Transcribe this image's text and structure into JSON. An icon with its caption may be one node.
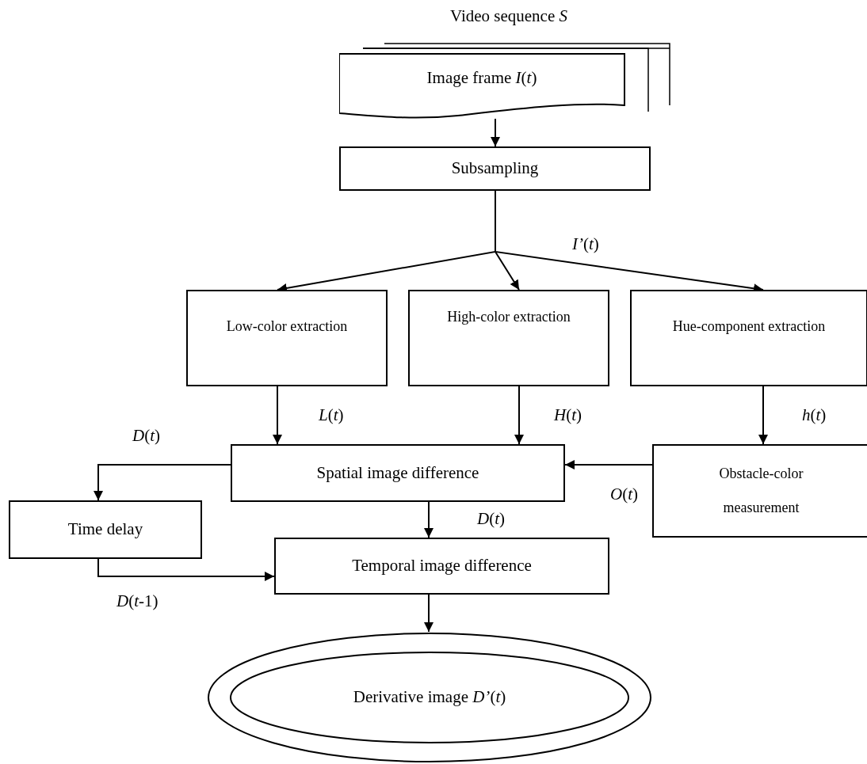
{
  "diagram": {
    "nodes": [
      {
        "text": [
          "Video sequence *S*",
          "Image frame *I*(*t*)"
        ]
      },
      {
        "text": [
          "Subsampling"
        ]
      },
      {
        "text": [
          "Low-color extraction"
        ]
      },
      {
        "text": [
          "High-color extraction"
        ]
      },
      {
        "text": [
          "Hue-component extraction"
        ]
      },
      {
        "text": [
          "Spatial image difference"
        ]
      },
      {
        "text": [
          "Obstacle-color measurement"
        ]
      },
      {
        "text": [
          "Time delay"
        ]
      },
      {
        "text": [
          "Temporal image difference"
        ]
      },
      {
        "text": [
          "Derivative image *D’*(*t*)"
        ]
      }
    ],
    "edges": [
      {
        "from": 0,
        "to": 1,
        "arrow": "to"
      },
      {
        "from": 1,
        "to": 2,
        "arrow": "to"
      },
      {
        "from": 1,
        "to": 3,
        "arrow": "to"
      },
      {
        "from": 1,
        "to": 4,
        "arrow": "to",
        "label": "*I’*(*t*)"
      },
      {
        "from": 2,
        "to": 5,
        "arrow": "to",
        "label": "*L*(*t*)"
      },
      {
        "from": 3,
        "to": 5,
        "arrow": "to",
        "label": "*H*(*t*)"
      },
      {
        "from": 4,
        "to": 6,
        "arrow": "to",
        "label": "*h*(*t*)"
      },
      {
        "from": 6,
        "to": 5,
        "arrow": "to",
        "label": "*O*(*t*)"
      },
      {
        "from": 5,
        "to": 7,
        "arrow": "to",
        "label": "*D*(*t*)"
      },
      {
        "from": 5,
        "to": 8,
        "arrow": "to",
        "label": "*D*(*t*)"
      },
      {
        "from": 7,
        "to": 8,
        "arrow": "to",
        "label": "*D*(*t*-1)"
      },
      {
        "from": 8,
        "to": 9,
        "arrow": "to"
      }
    ]
  }
}
